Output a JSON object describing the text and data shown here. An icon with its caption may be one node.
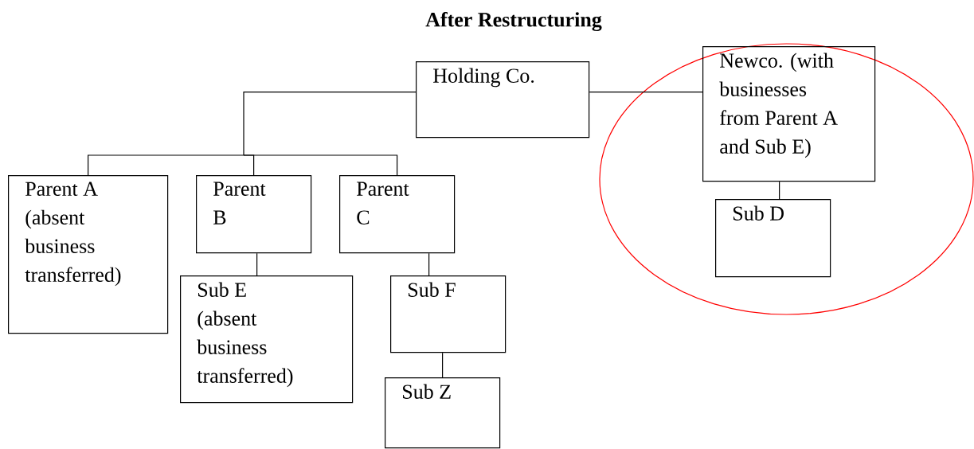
{
  "diagram": {
    "title": "After Restructuring",
    "nodes": [
      {
        "text": [
          "Holding Co."
        ]
      },
      {
        "text": [],
        "shape": "ellipse"
      },
      {
        "text": [
          "Newco. (with businesses from Parent A and Sub E)"
        ],
        "in": 1
      },
      {
        "text": [
          "Sub D"
        ],
        "in": 1
      },
      {
        "text": [
          "Parent A (absent business transferred)"
        ]
      },
      {
        "text": [
          "Parent B"
        ]
      },
      {
        "text": [
          "Parent C"
        ]
      },
      {
        "text": [
          "Sub E (absent business transferred)"
        ]
      },
      {
        "text": [
          "Sub F"
        ]
      },
      {
        "text": [
          "Sub Z"
        ]
      }
    ],
    "edges": [
      {
        "from": 0,
        "to": 2,
        "arrow": "none"
      },
      {
        "from": 0,
        "to": 4,
        "arrow": "none"
      },
      {
        "from": 0,
        "to": 5,
        "arrow": "none"
      },
      {
        "from": 0,
        "to": 6,
        "arrow": "none"
      },
      {
        "from": 5,
        "to": 7,
        "arrow": "none"
      },
      {
        "from": 6,
        "to": 8,
        "arrow": "none"
      },
      {
        "from": 8,
        "to": 9,
        "arrow": "none"
      },
      {
        "from": 2,
        "to": 3,
        "arrow": "none"
      }
    ]
  }
}
